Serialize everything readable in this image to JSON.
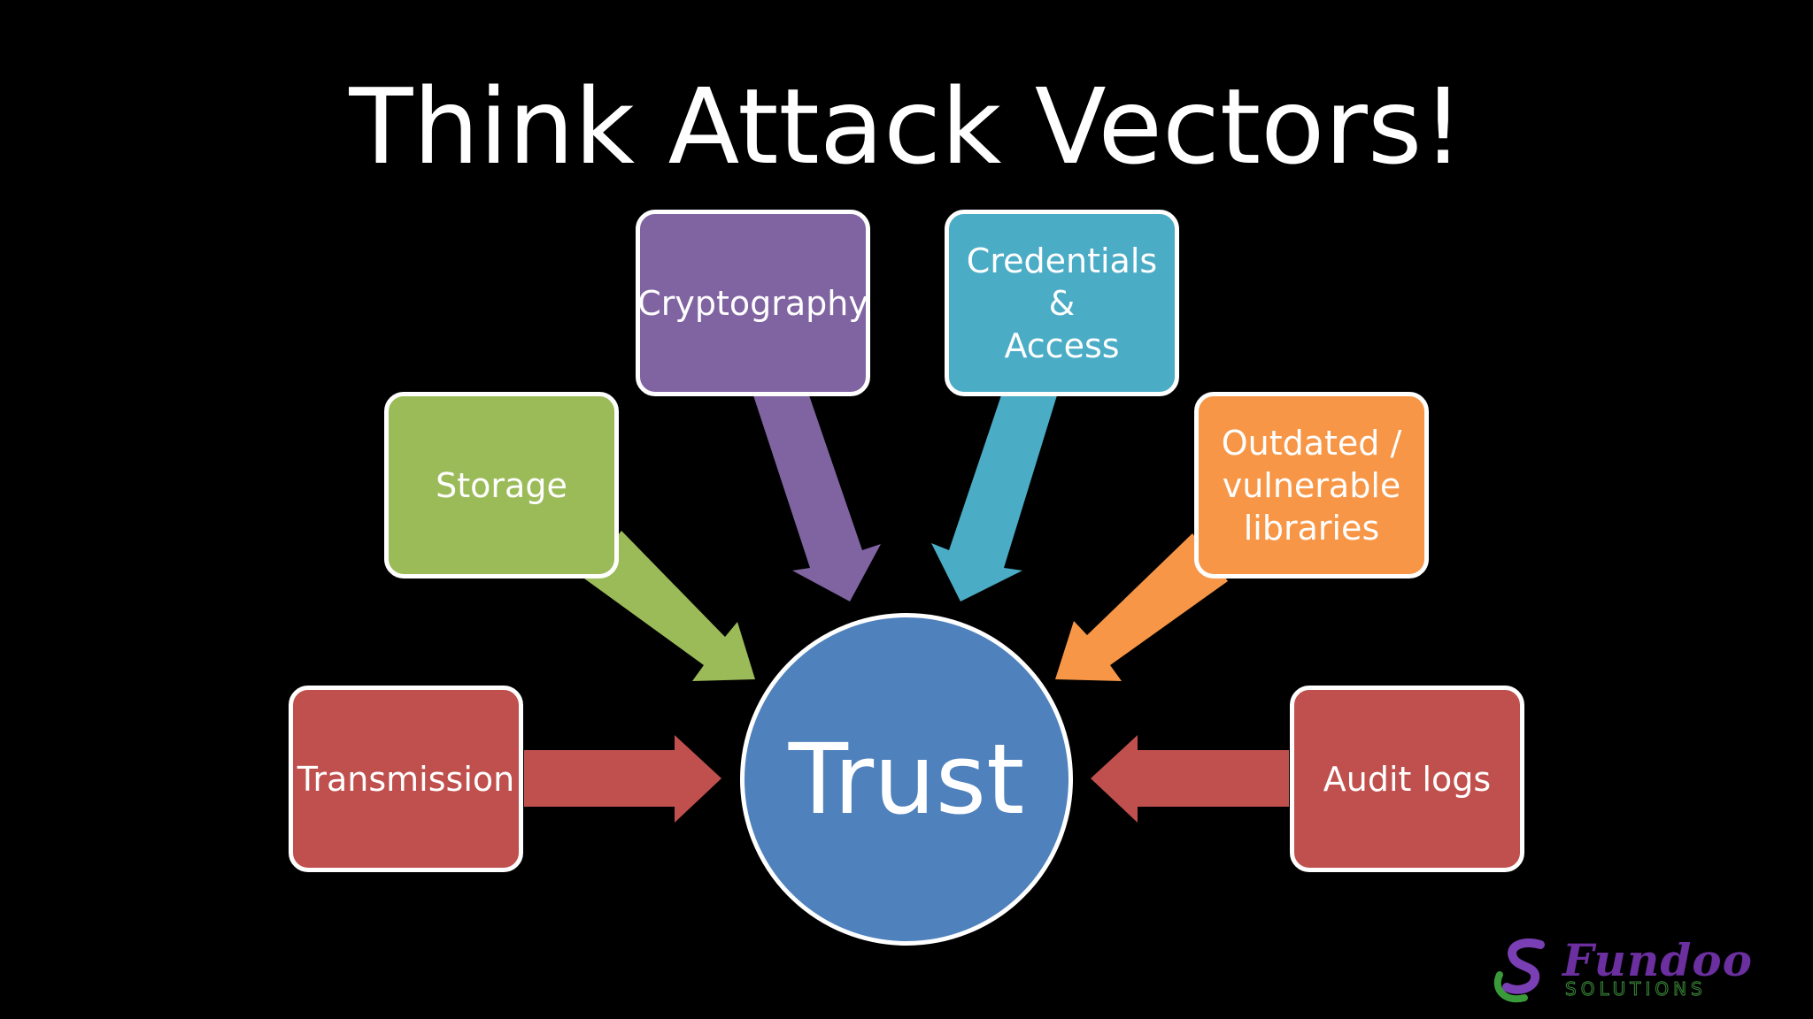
{
  "slide": {
    "title": "Think Attack Vectors!",
    "center": {
      "label": "Trust",
      "color": "#4f81bd"
    },
    "vectors": [
      {
        "id": "transmission",
        "label": "Transmission",
        "color": "#c0504d"
      },
      {
        "id": "storage",
        "label": "Storage",
        "color": "#9bbb59"
      },
      {
        "id": "cryptography",
        "label": "Cryptography",
        "color": "#8064a2"
      },
      {
        "id": "credentials",
        "label": "Credentials &\nAccess",
        "color": "#4bacc6"
      },
      {
        "id": "libraries",
        "label": "Outdated /\nvulnerable\nlibraries",
        "color": "#f79646"
      },
      {
        "id": "audit",
        "label": "Audit logs",
        "color": "#c0504d"
      }
    ]
  },
  "logo": {
    "name": "Fundoo",
    "subtitle": "SOLUTIONS"
  }
}
